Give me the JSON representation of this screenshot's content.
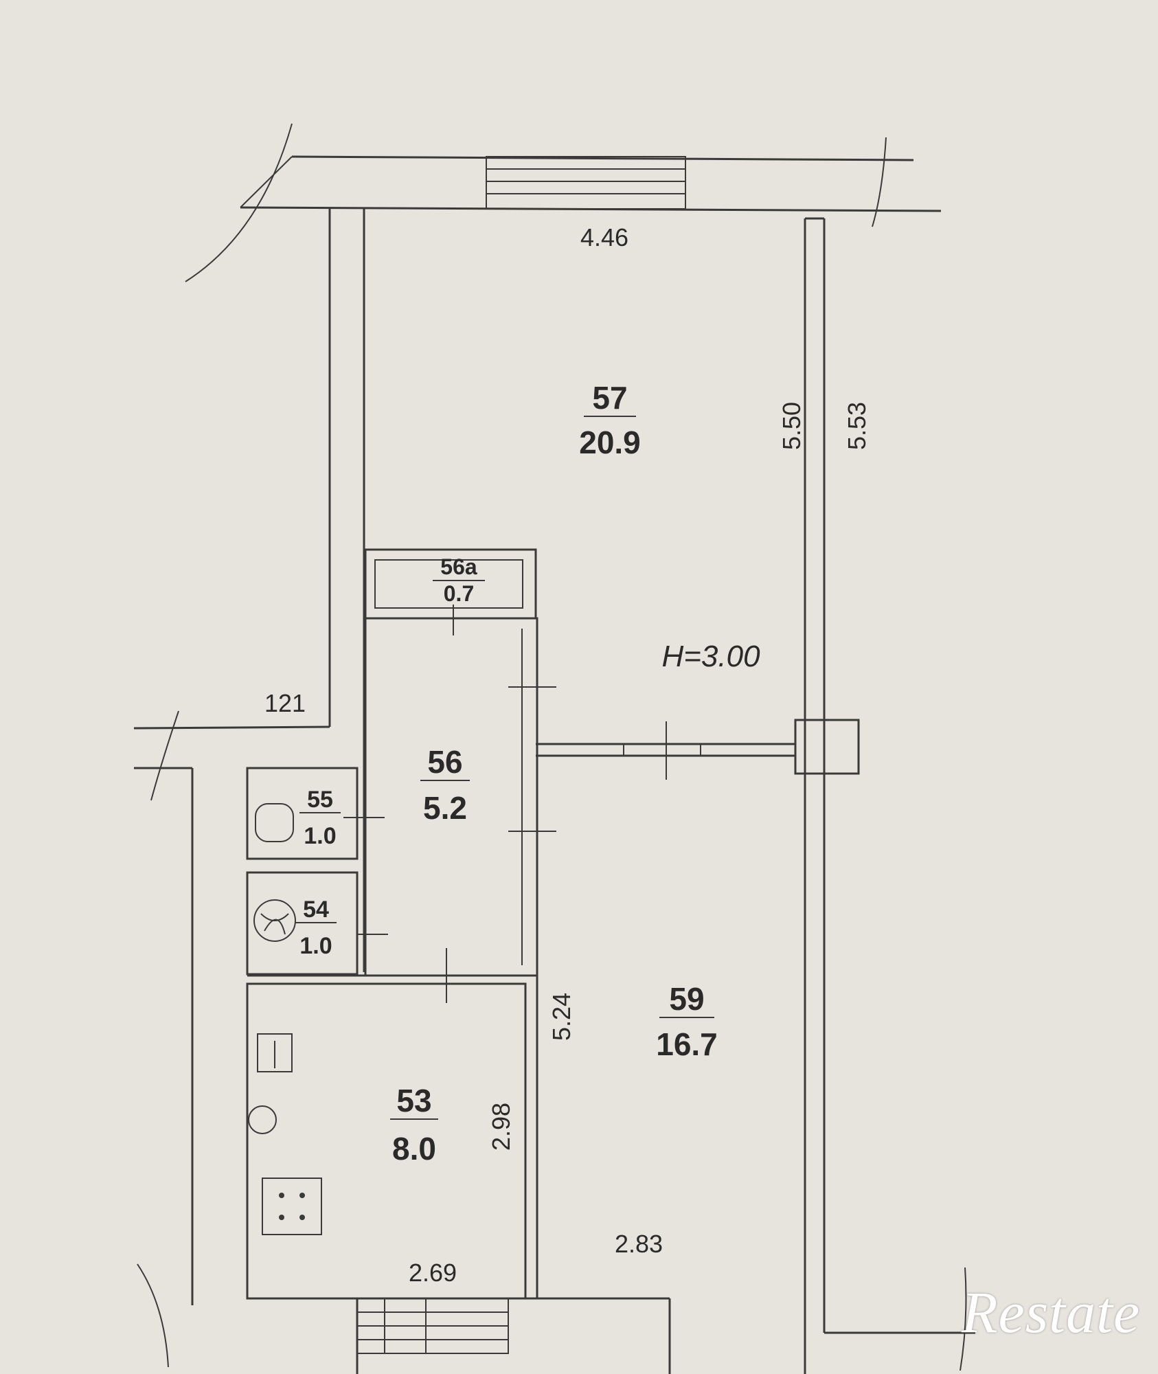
{
  "rooms": [
    {
      "number": "57",
      "area": "20.9"
    },
    {
      "number": "56а",
      "area": "0.7"
    },
    {
      "number": "56",
      "area": "5.2"
    },
    {
      "number": "55",
      "area": "1.0"
    },
    {
      "number": "54",
      "area": "1.0"
    },
    {
      "number": "53",
      "area": "8.0"
    },
    {
      "number": "59",
      "area": "16.7"
    }
  ],
  "dimensions": {
    "top_width": "4.46",
    "room57_inner_height": "5.50",
    "outer_height": "5.53",
    "ceiling_height": "H=3.00",
    "stair_label": "121",
    "room59_height": "5.24",
    "room53_height": "2.98",
    "room53_width": "2.69",
    "room59_width": "2.83"
  },
  "watermark": "Restate",
  "colors": {
    "background": "#e6e4dd",
    "lines": "#3a3a3a",
    "text": "#2a2a2a"
  }
}
